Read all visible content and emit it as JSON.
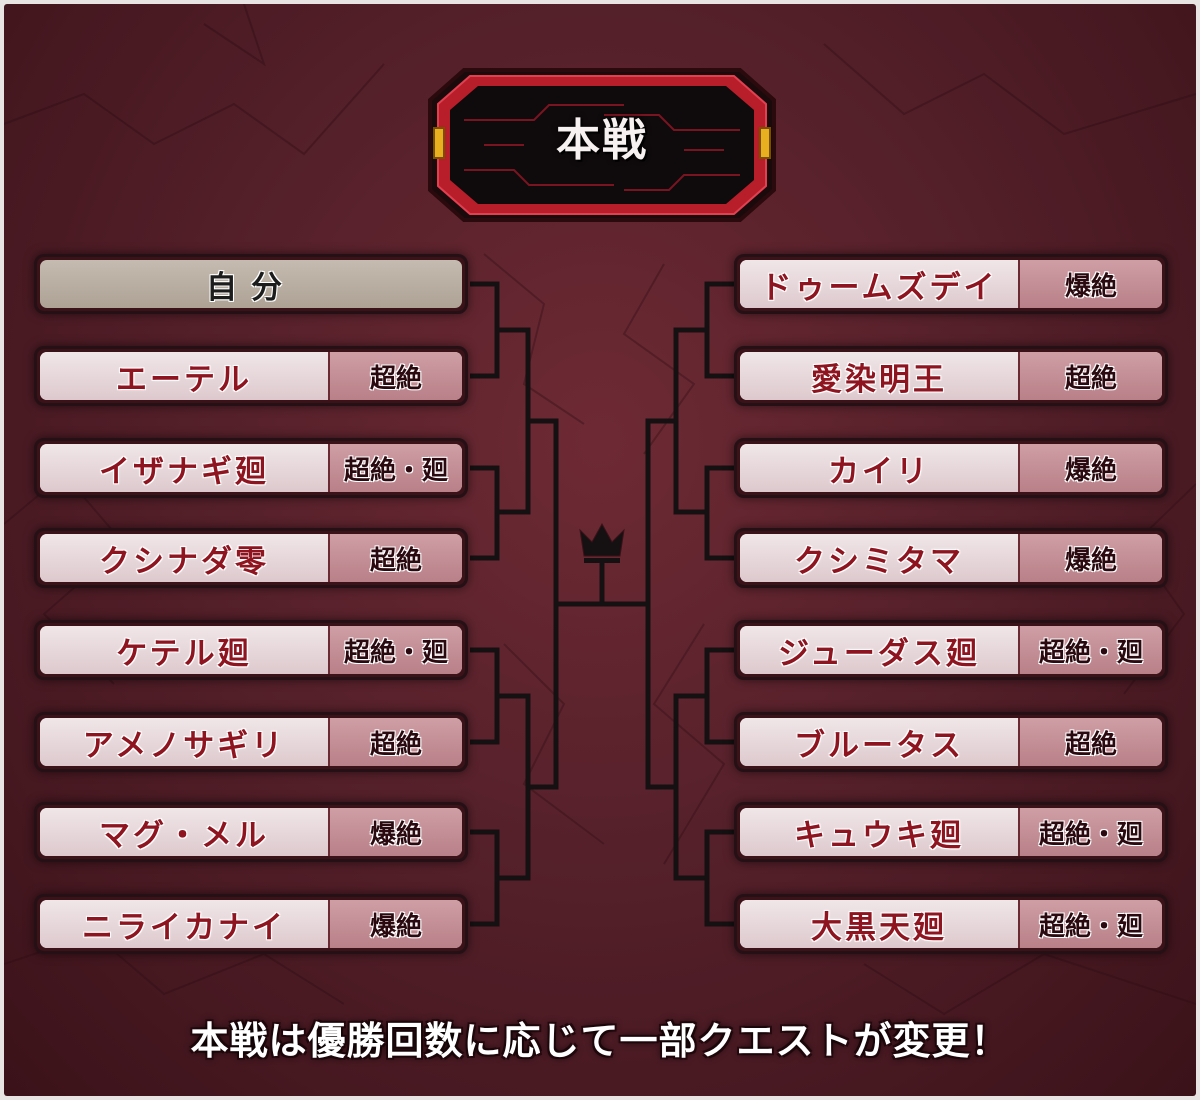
{
  "title": "本戦",
  "footer_text": "本戦は優勝回数に応じて一部クエストが変更！",
  "colors": {
    "background": "#55202a",
    "name_text": "#8e1520",
    "tag_bg": "#c4909a",
    "self_bg": "#b8ae9f",
    "bracket_line": "#151012"
  },
  "trophy_icon": "crown-icon",
  "left_bracket": [
    {
      "name": "自分",
      "tag": "",
      "is_self": true
    },
    {
      "name": "エーテル",
      "tag": "超絶"
    },
    {
      "name": "イザナギ廻",
      "tag": "超絶・廻"
    },
    {
      "name": "クシナダ零",
      "tag": "超絶"
    },
    {
      "name": "ケテル廻",
      "tag": "超絶・廻"
    },
    {
      "name": "アメノサギリ",
      "tag": "超絶"
    },
    {
      "name": "マグ・メル",
      "tag": "爆絶"
    },
    {
      "name": "ニライカナイ",
      "tag": "爆絶"
    }
  ],
  "right_bracket": [
    {
      "name": "ドゥームズデイ",
      "tag": "爆絶"
    },
    {
      "name": "愛染明王",
      "tag": "超絶"
    },
    {
      "name": "カイリ",
      "tag": "爆絶"
    },
    {
      "name": "クシミタマ",
      "tag": "爆絶"
    },
    {
      "name": "ジューダス廻",
      "tag": "超絶・廻"
    },
    {
      "name": "ブルータス",
      "tag": "超絶"
    },
    {
      "name": "キュウキ廻",
      "tag": "超絶・廻"
    },
    {
      "name": "大黒天廻",
      "tag": "超絶・廻"
    }
  ]
}
